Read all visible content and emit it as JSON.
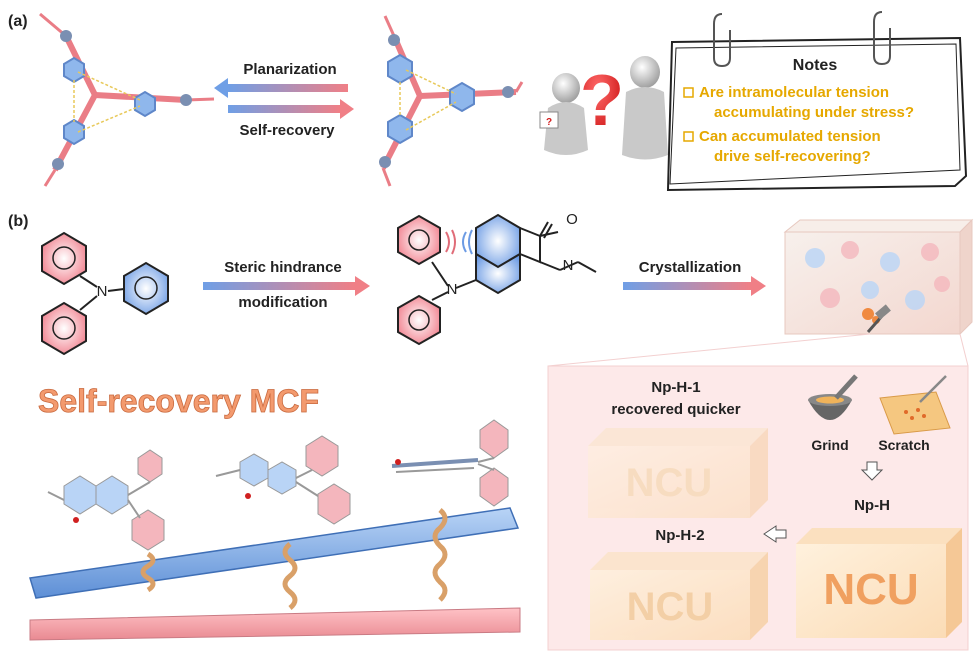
{
  "panel_a": {
    "label": "(a)",
    "arrow_top_label": "Planarization",
    "arrow_bottom_label": "Self-recovery",
    "question_mark": "?",
    "notes": {
      "title": "Notes",
      "items": [
        {
          "line1": "Are intramolecular tension",
          "line2": "accumulating under stress?"
        },
        {
          "line1": "Can accumulated tension",
          "line2": "drive self-recovering?"
        }
      ]
    }
  },
  "panel_b": {
    "label": "(b)",
    "atom_n": "N",
    "atom_o": "O",
    "arrow1_top": "Steric hindrance",
    "arrow1_bottom": "modification",
    "arrow2_top": "Crystallization",
    "mcf_title": "Self-recovery MCF",
    "np_h1_line1": "Np-H-1",
    "np_h1_line2": "recovered quicker",
    "np_h2": "Np-H-2",
    "np_h": "Np-H",
    "grind": "Grind",
    "scratch": "Scratch",
    "ncu": "NCU"
  },
  "colors": {
    "red_ring": "#f2a0a8",
    "blue_ring": "#8fb7ec",
    "orange_title": "#f39a6e",
    "notes_yellow": "#e6a800",
    "ncu_orange": "#f0a060",
    "pink_panel": "#fde9e9"
  }
}
